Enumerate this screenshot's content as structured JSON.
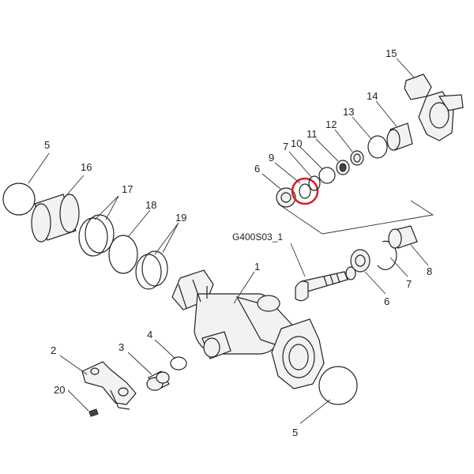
{
  "callouts": {
    "c1": "1",
    "c2": "2",
    "c3": "3",
    "c4": "4",
    "c5a": "5",
    "c5b": "5",
    "c6a": "6",
    "c6b": "6",
    "c7a": "7",
    "c7b": "7",
    "c8": "8",
    "c9": "9",
    "c10": "10",
    "c11": "11",
    "c12": "12",
    "c13": "13",
    "c14": "14",
    "c15": "15",
    "c16": "16",
    "c17": "17",
    "c18": "18",
    "c19": "19",
    "c20": "20",
    "sub": "G400S03_1"
  },
  "colors": {
    "line": "#222222",
    "highlight": "#d42020"
  }
}
